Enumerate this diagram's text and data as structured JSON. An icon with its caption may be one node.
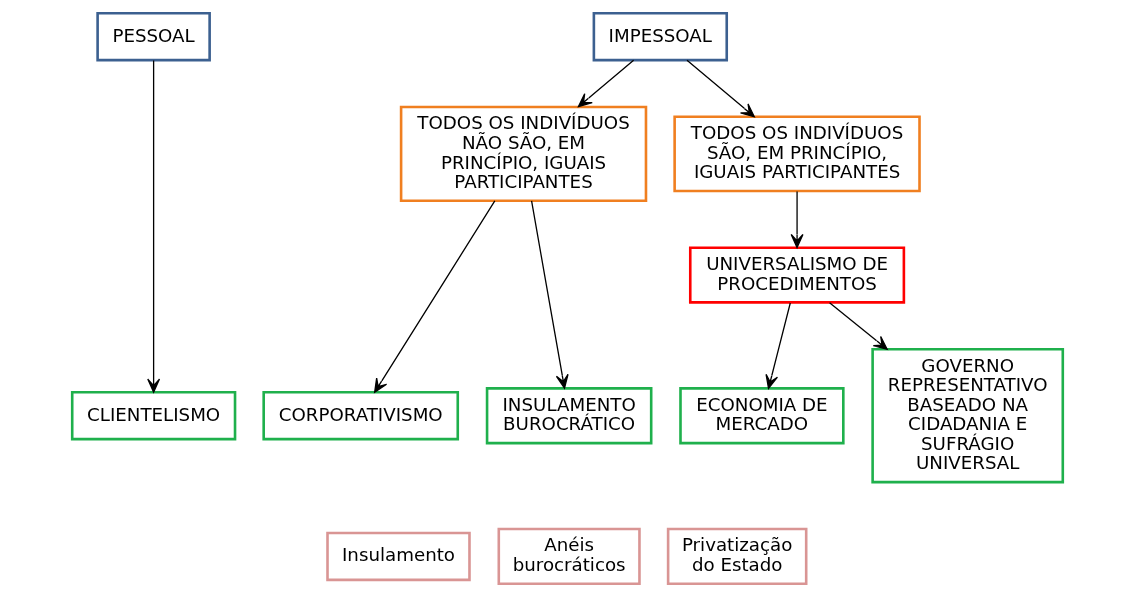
{
  "diagram": {
    "nodes": [
      {
        "text": [
          "PESSOAL"
        ]
      },
      {
        "text": [
          "IMPESSOAL"
        ]
      },
      {
        "text": [
          "TODOS OS INDIVÍDUOS NÃO SÃO, EM PRINCÍPIO, IGUAIS PARTICIPANTES"
        ]
      },
      {
        "text": [
          "TODOS OS INDIVÍDUOS SÃO, EM PRINCÍPIO, IGUAIS PARTICIPANTES"
        ]
      },
      {
        "text": [
          "UNIVERSALISMO DE PROCEDIMENTOS"
        ]
      },
      {
        "text": [
          "CLIENTELISMO"
        ]
      },
      {
        "text": [
          "CORPORATIVISMO"
        ]
      },
      {
        "text": [
          "INSULAMENTO BUROCRÁTICO"
        ]
      },
      {
        "text": [
          "ECONOMIA DE MERCADO"
        ]
      },
      {
        "text": [
          "GOVERNO REPRESENTATIVO BASEADO NA CIDADANIA E SUFRÁGIO UNIVERSAL"
        ]
      },
      {
        "text": [
          "Insulamento"
        ]
      },
      {
        "text": [
          "Anéis burocráticos"
        ]
      },
      {
        "text": [
          "Privatização do Estado"
        ]
      }
    ],
    "edges": [
      {
        "from": 0,
        "to": 5,
        "arrow": "to"
      },
      {
        "from": 1,
        "to": 2,
        "arrow": "to"
      },
      {
        "from": 1,
        "to": 3,
        "arrow": "to"
      },
      {
        "from": 2,
        "to": 6,
        "arrow": "to"
      },
      {
        "from": 2,
        "to": 7,
        "arrow": "to"
      },
      {
        "from": 3,
        "to": 4,
        "arrow": "to"
      },
      {
        "from": 4,
        "to": 8,
        "arrow": "to"
      },
      {
        "from": 4,
        "to": 9,
        "arrow": "to"
      }
    ]
  }
}
